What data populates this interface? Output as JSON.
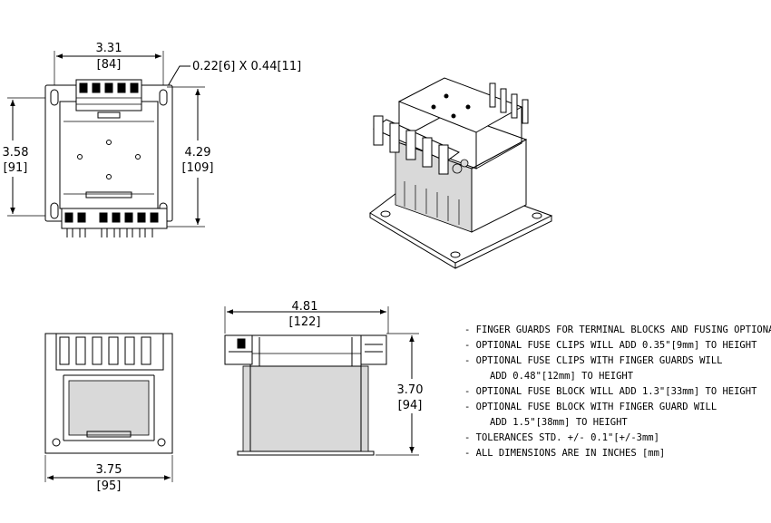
{
  "dimensions": {
    "top_width": "3.31",
    "top_width_mm": "[84]",
    "slot_size": "0.22[6] X 0.44[11]",
    "top_mount_height": "3.58",
    "top_mount_height_mm": "[91]",
    "top_overall_height": "4.29",
    "top_overall_height_mm": "[109]",
    "front_width": "3.75",
    "front_width_mm": "[95]",
    "side_width": "4.81",
    "side_width_mm": "[122]",
    "side_height": "3.70",
    "side_height_mm": "[94]"
  },
  "notes": [
    "- FINGER GUARDS FOR TERMINAL BLOCKS AND FUSING OPTIONAL",
    "- OPTIONAL FUSE CLIPS WILL ADD 0.35\"[9mm] TO HEIGHT",
    "- OPTIONAL FUSE CLIPS WITH FINGER GUARDS WILL",
    "ADD 0.48\"[12mm] TO HEIGHT",
    "- OPTIONAL FUSE BLOCK WILL ADD 1.3\"[33mm] TO HEIGHT",
    "- OPTIONAL FUSE BLOCK WITH FINGER GUARD WILL",
    "ADD 1.5\"[38mm] TO HEIGHT",
    "- TOLERANCES STD. +/- 0.1\"[+/-3mm]",
    "- ALL DIMENSIONS ARE IN INCHES [mm]"
  ]
}
